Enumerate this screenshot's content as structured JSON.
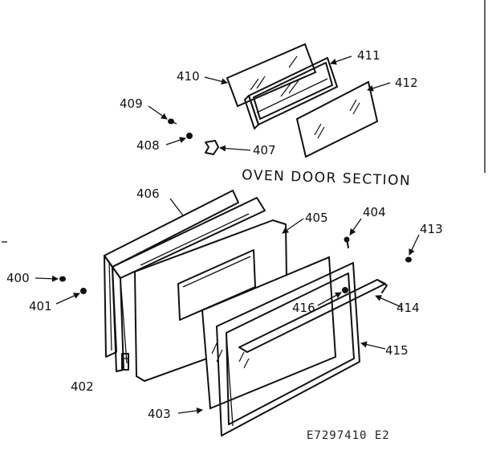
{
  "diagram": {
    "title": "OVEN DOOR SECTION",
    "code": "E7297410 E2",
    "parts": [
      {
        "id": "p400",
        "label": "400"
      },
      {
        "id": "p401",
        "label": "401"
      },
      {
        "id": "p402",
        "label": "402"
      },
      {
        "id": "p403",
        "label": "403"
      },
      {
        "id": "p404",
        "label": "404"
      },
      {
        "id": "p405",
        "label": "405"
      },
      {
        "id": "p406",
        "label": "406"
      },
      {
        "id": "p407",
        "label": "407"
      },
      {
        "id": "p408",
        "label": "408"
      },
      {
        "id": "p409",
        "label": "409"
      },
      {
        "id": "p410",
        "label": "410"
      },
      {
        "id": "p411",
        "label": "411"
      },
      {
        "id": "p412",
        "label": "412"
      },
      {
        "id": "p413",
        "label": "413"
      },
      {
        "id": "p414",
        "label": "414"
      },
      {
        "id": "p415",
        "label": "415"
      },
      {
        "id": "p416",
        "label": "416"
      }
    ]
  }
}
